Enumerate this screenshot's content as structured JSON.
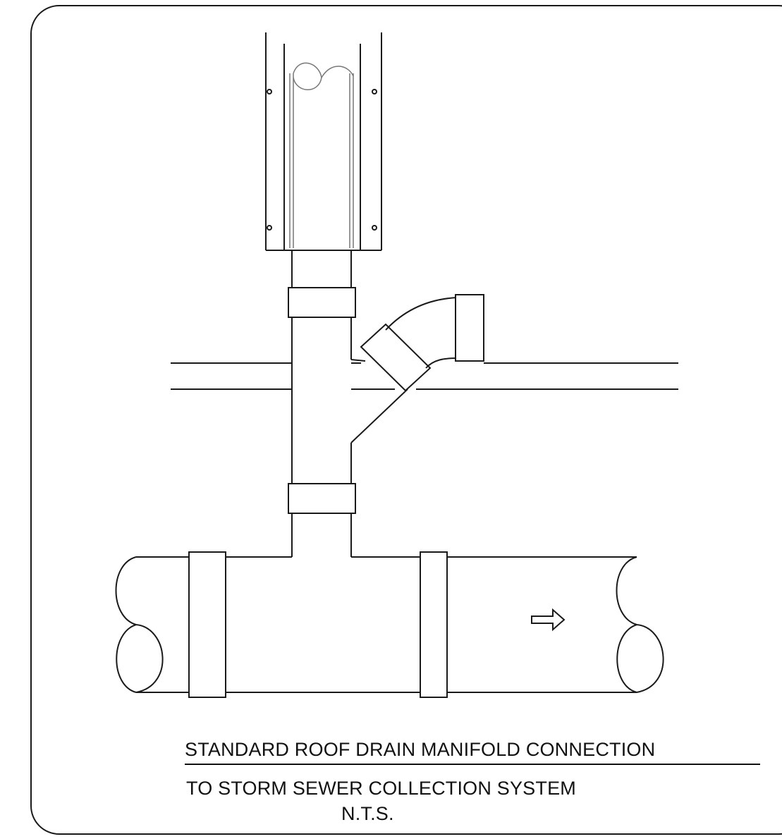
{
  "drawing": {
    "title": "STANDARD ROOF DRAIN MANIFOLD CONNECTION",
    "subtitle": "TO STORM SEWER COLLECTION SYSTEM",
    "scale_note": "N.T.S.",
    "flow_direction_icon": "arrow-right-icon",
    "line_color": "#1a1a1a",
    "background_color": "#ffffff"
  }
}
